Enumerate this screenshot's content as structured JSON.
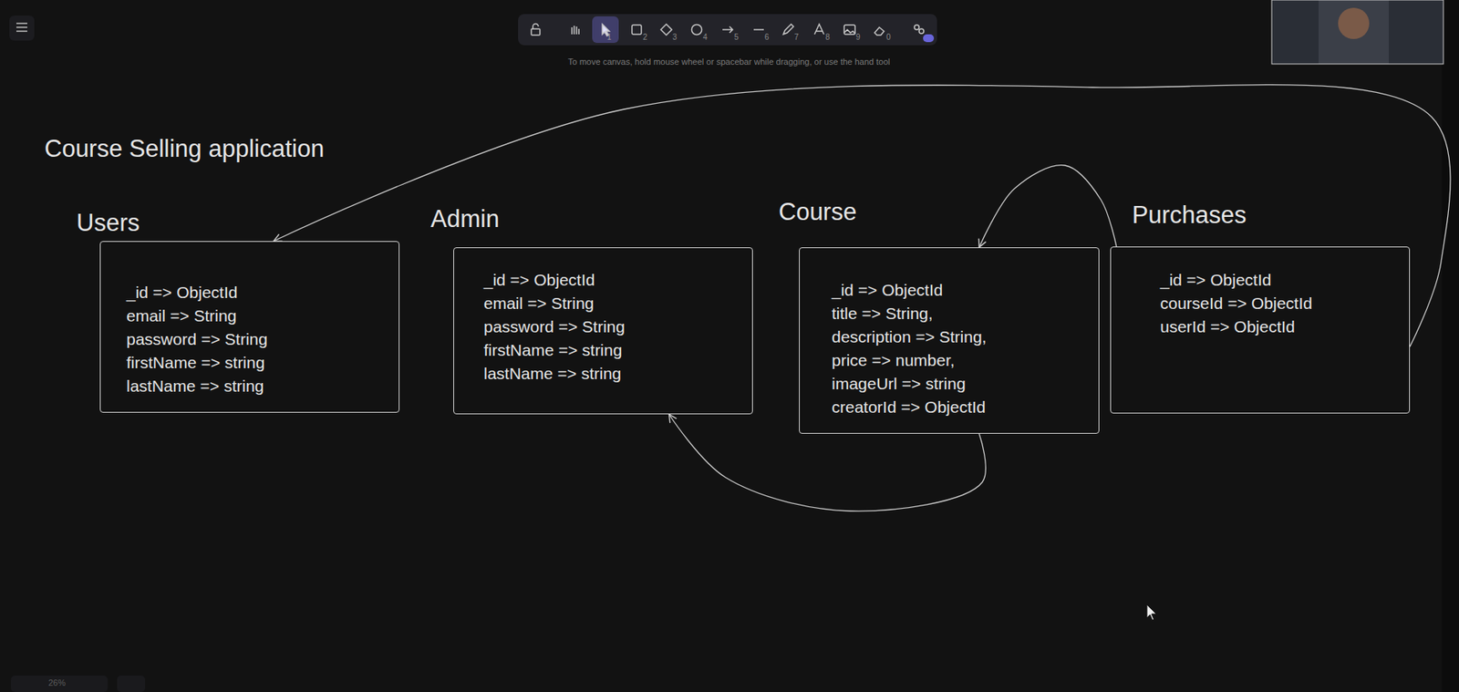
{
  "diagram": {
    "title": "Course Selling application",
    "nodes": [
      {
        "text": [
          "Users",
          "_id => ObjectId",
          "email => String",
          "password => String",
          "firstName => string",
          "lastName => string"
        ]
      },
      {
        "text": [
          "Admin",
          "_id => ObjectId",
          "email => String",
          "password => String",
          "firstName => string",
          "lastName => string"
        ]
      },
      {
        "text": [
          "Course",
          "_id => ObjectId",
          "title => String,",
          "description => String,",
          "price => number,",
          "imageUrl => string",
          "creatorId => ObjectId"
        ]
      },
      {
        "text": [
          "Purchases",
          "_id => ObjectId",
          "courseId => ObjectId",
          "userId => ObjectId"
        ]
      }
    ],
    "edges": [
      {
        "from": 3,
        "to": 0,
        "arrow": "to"
      },
      {
        "from": 3,
        "to": 2,
        "arrow": "to"
      },
      {
        "from": 2,
        "to": 1,
        "arrow": "to"
      }
    ],
    "labels": [
      "1",
      "2",
      "3",
      "4",
      "5",
      "6",
      "7",
      "8",
      "9",
      "0",
      "To move canvas, hold mouse wheel or spacebar while dragging, or use the hand tool",
      "26%"
    ]
  }
}
